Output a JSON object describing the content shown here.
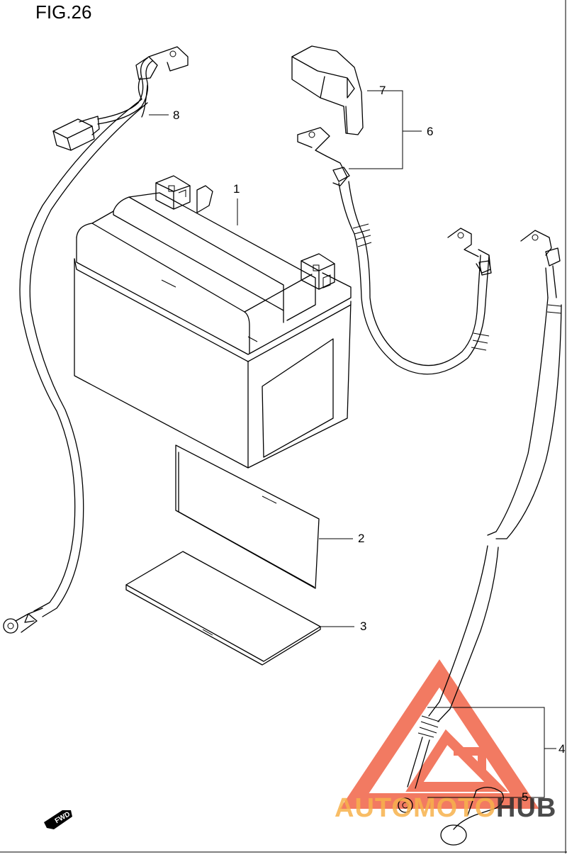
{
  "figure": {
    "title": "FIG.26"
  },
  "callouts": [
    {
      "id": "1",
      "label": "1"
    },
    {
      "id": "2",
      "label": "2"
    },
    {
      "id": "3",
      "label": "3"
    },
    {
      "id": "4",
      "label": "4"
    },
    {
      "id": "5",
      "label": "5"
    },
    {
      "id": "6",
      "label": "6"
    },
    {
      "id": "7",
      "label": "7"
    },
    {
      "id": "8",
      "label": "8"
    }
  ],
  "direction_badge": {
    "label": "FWD"
  },
  "watermark": {
    "part1": "AUTOMOTO",
    "part2": "HUB",
    "color_primary": "#f05a3c",
    "color_secondary": "#f7b24c",
    "color_dark": "#2c2c2c"
  }
}
